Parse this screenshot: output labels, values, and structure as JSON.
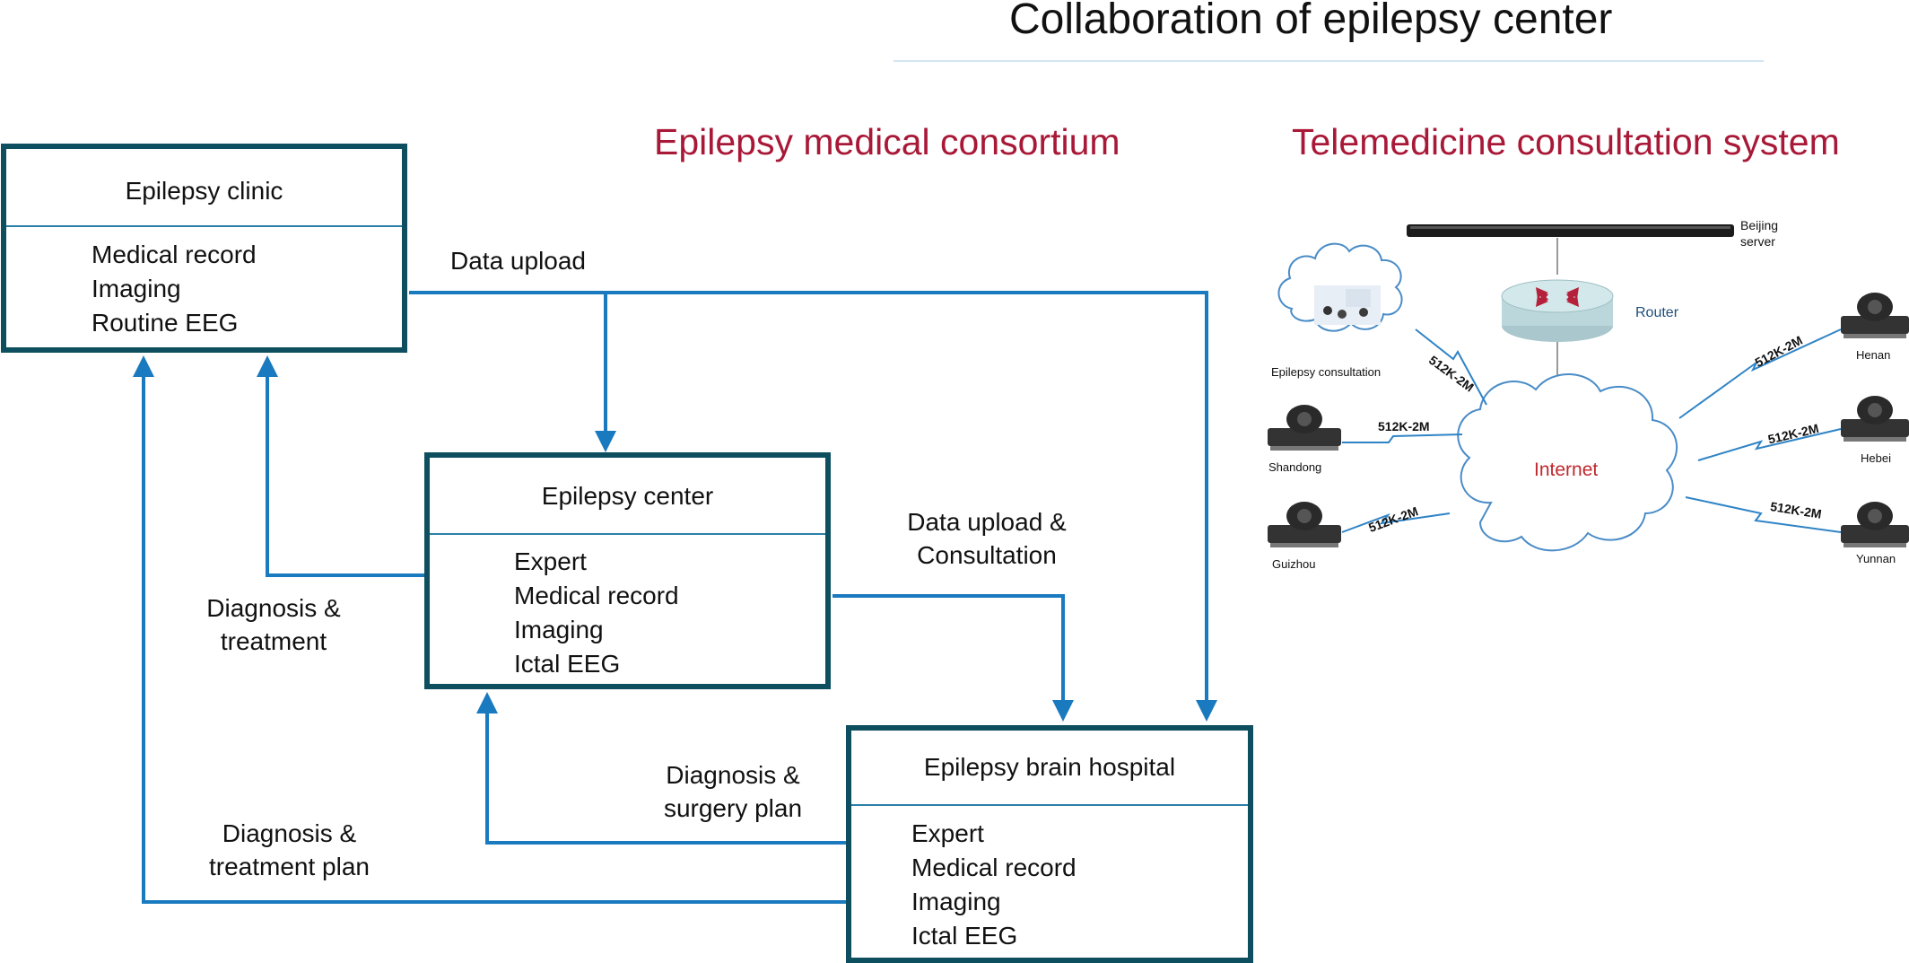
{
  "title": "Collaboration of epilepsy center",
  "consortium": {
    "heading": "Epilepsy medical consortium",
    "clinic": {
      "name": "Epilepsy clinic",
      "items": [
        "Medical record",
        "Imaging",
        "Routine EEG"
      ]
    },
    "center": {
      "name": "Epilepsy center",
      "items": [
        "Expert",
        "Medical record",
        "Imaging",
        "Ictal EEG"
      ]
    },
    "hospital": {
      "name": "Epilepsy brain hospital",
      "items": [
        "Expert",
        "Medical record",
        "Imaging",
        "Ictal EEG"
      ]
    },
    "flows": {
      "data_upload": "Data upload",
      "data_upload_consultation": [
        "Data upload &",
        "Consultation"
      ],
      "diagnosis_treatment": [
        "Diagnosis &",
        "treatment"
      ],
      "diagnosis_surgery_plan": [
        "Diagnosis &",
        "surgery plan"
      ],
      "diagnosis_treatment_plan": [
        "Diagnosis &",
        "treatment plan"
      ]
    },
    "colors": {
      "box_border": "#0d4f5e",
      "arrow": "#1a7abf",
      "heading": "#a81837"
    }
  },
  "telemedicine": {
    "heading": "Telemedicine consultation system",
    "server": [
      "Beijing",
      "server"
    ],
    "router": "Router",
    "internet": "Internet",
    "consultation": "Epilepsy consultation",
    "bandwidth": "512K-2M",
    "sites_left": [
      "Shandong",
      "Guizhou"
    ],
    "sites_right": [
      "Henan",
      "Hebei",
      "Yunnan"
    ],
    "colors": {
      "router_label": "#1f4e79",
      "internet_label": "#c0282d",
      "link": "#2f84c6"
    }
  }
}
